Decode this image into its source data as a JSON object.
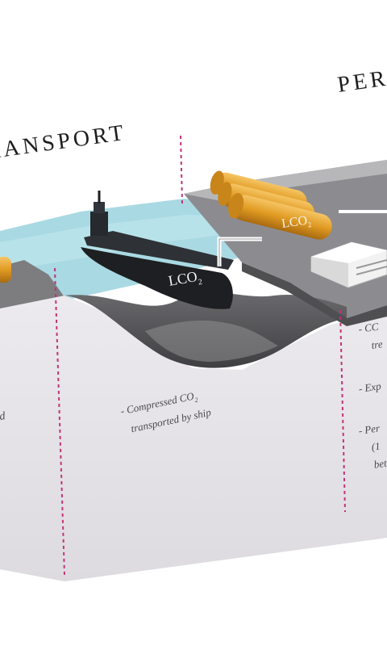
{
  "sections": {
    "transport": {
      "title": "TRANSPORT",
      "caption_line1": "- Compressed CO",
      "caption_sub": "2",
      "caption_line2": "transported by ship"
    },
    "permanent": {
      "title": "PER",
      "bullet1_line1": "- CC",
      "bullet1_line2": "tre",
      "bullet2_line1": "- Exp",
      "bullet3_line1": "- Per",
      "bullet3_line2": "(1",
      "bullet3_line3": "bet"
    },
    "capture": {
      "fragment": "d"
    }
  },
  "labels": {
    "ship_cargo": "LCO",
    "ship_cargo_sub": "2",
    "tank_cargo": "LCO",
    "tank_cargo_sub": "2"
  },
  "colors": {
    "water": "#a9d9e3",
    "panel": "#e7e6ea",
    "ground": "#5a5a5c",
    "divider": "#c2327a",
    "tank": "#e3a22a",
    "ship": "#1d1f22"
  }
}
